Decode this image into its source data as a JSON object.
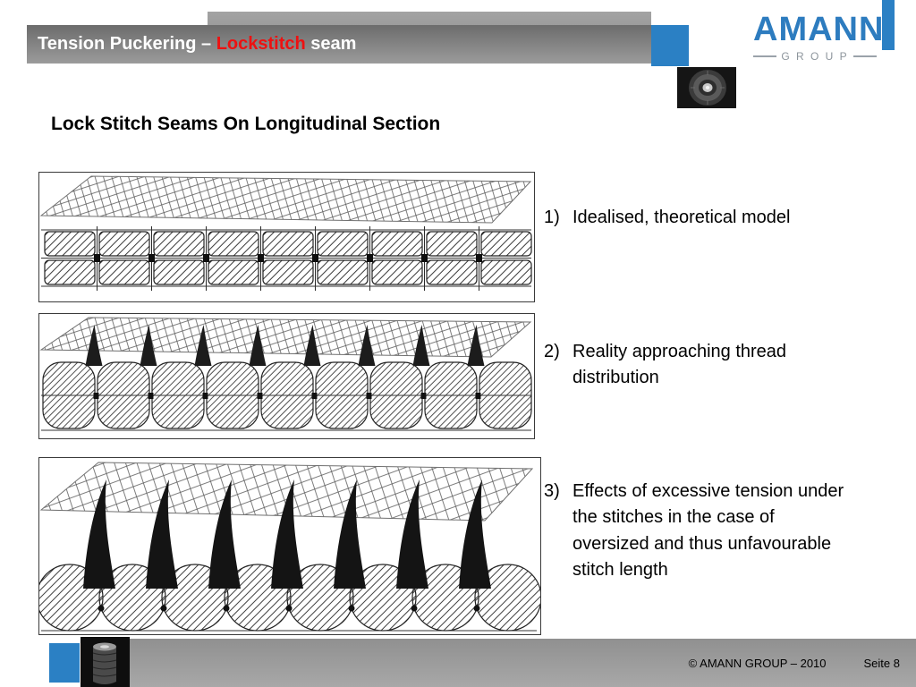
{
  "colors": {
    "accent_blue": "#2b80c4",
    "logo_blue": "#2d7cbf",
    "highlight_red": "#ee1111",
    "header_gray": "#8a8a8a"
  },
  "header": {
    "title_prefix": "Tension Puckering – ",
    "title_highlight": "Lockstitch",
    "title_suffix": " seam"
  },
  "logo": {
    "wordmark": "AMANN",
    "group": "G R O U P"
  },
  "content": {
    "subtitle": "Lock Stitch Seams On Longitudinal Section",
    "items": [
      {
        "number": "1)",
        "text": "Idealised, theoretical model"
      },
      {
        "number": "2)",
        "text": "Reality approaching thread distribution"
      },
      {
        "number": "3)",
        "text": "Effects of excessive tension under the stitches in the case of oversized and thus unfavourable stitch length"
      }
    ],
    "figures": [
      "idealised-lockstitch-longitudinal-section-drawing",
      "realistic-thread-distribution-longitudinal-section-drawing",
      "excessive-tension-oversized-stitch-length-drawing"
    ]
  },
  "images": {
    "top_right": "thread-spool-photo",
    "bottom_left": "thread-spool-photo"
  },
  "footer": {
    "copyright": "© AMANN GROUP – 2010",
    "page": "Seite 8"
  }
}
